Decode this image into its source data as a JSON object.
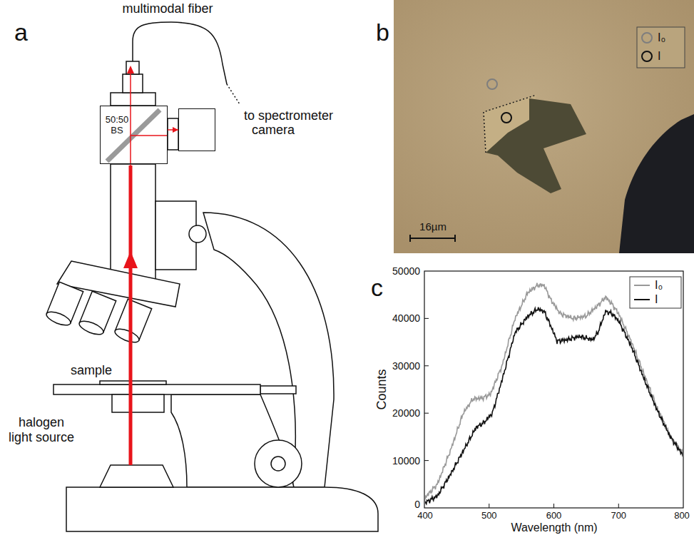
{
  "diagram": {
    "nodes": [
      {
        "text": [
          "50:50 BS"
        ]
      },
      {
        "text": [
          "camera"
        ]
      }
    ],
    "edges": [
      {
        "from": 0,
        "to": 1,
        "arrow": "to"
      }
    ],
    "labels": [
      "a",
      "multimodal fiber",
      "to spectrometer",
      "sample",
      "halogen light source",
      "b",
      "16µm",
      "c",
      "50000",
      "40000",
      "30000",
      "20000",
      "10000",
      "0",
      "400",
      "500",
      "600",
      "700",
      "800",
      "Counts",
      "Wavelength (nm)"
    ],
    "legend": [
      {
        "text": "I₀"
      },
      {
        "text": "I"
      },
      {
        "text": "I₀"
      },
      {
        "text": "I"
      }
    ]
  }
}
